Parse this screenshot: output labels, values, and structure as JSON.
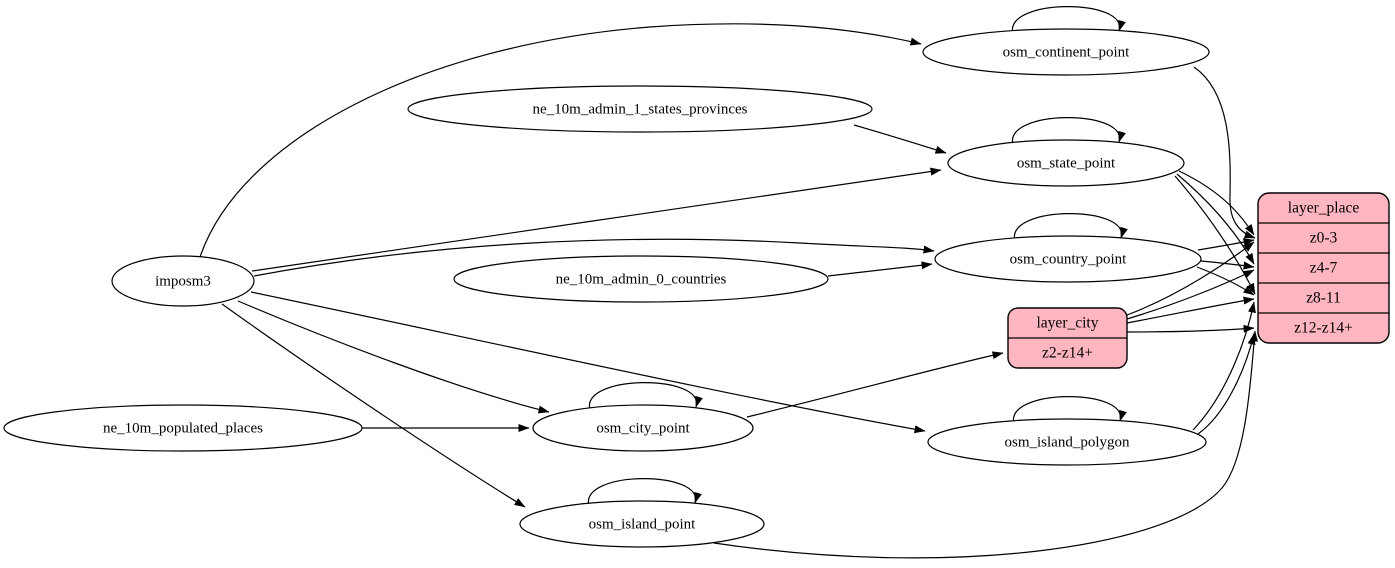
{
  "diagram": {
    "kind": "etl-graphviz-diagram",
    "colors": {
      "background": "#ffffff",
      "table_fill": "#ffffff",
      "layer_fill": "#ffb6c1",
      "stroke": "#000000"
    },
    "nodes": {
      "imposm3": {
        "label": "imposm3"
      },
      "ne_10m_admin_1_states_provinces": {
        "label": "ne_10m_admin_1_states_provinces"
      },
      "ne_10m_admin_0_countries": {
        "label": "ne_10m_admin_0_countries"
      },
      "ne_10m_populated_places": {
        "label": "ne_10m_populated_places"
      },
      "osm_continent_point": {
        "label": "osm_continent_point"
      },
      "osm_state_point": {
        "label": "osm_state_point"
      },
      "osm_country_point": {
        "label": "osm_country_point"
      },
      "osm_city_point": {
        "label": "osm_city_point"
      },
      "osm_island_polygon": {
        "label": "osm_island_polygon"
      },
      "osm_island_point": {
        "label": "osm_island_point"
      },
      "layer_city": {
        "title": "layer_city",
        "rows": {
          "z2": "z2-z14+"
        }
      },
      "layer_place": {
        "title": "layer_place",
        "rows": {
          "z0": "z0-3",
          "z4": "z4-7",
          "z8": "z8-11",
          "z12": "z12-z14+"
        }
      }
    },
    "edges": [
      {
        "from": "imposm3",
        "to": "osm_continent_point"
      },
      {
        "from": "imposm3",
        "to": "osm_state_point"
      },
      {
        "from": "imposm3",
        "to": "osm_country_point"
      },
      {
        "from": "imposm3",
        "to": "osm_city_point"
      },
      {
        "from": "imposm3",
        "to": "osm_island_polygon"
      },
      {
        "from": "imposm3",
        "to": "osm_island_point"
      },
      {
        "from": "ne_10m_admin_1_states_provinces",
        "to": "osm_state_point"
      },
      {
        "from": "ne_10m_admin_0_countries",
        "to": "osm_country_point"
      },
      {
        "from": "ne_10m_populated_places",
        "to": "osm_city_point"
      },
      {
        "from": "osm_continent_point",
        "to": "osm_continent_point"
      },
      {
        "from": "osm_state_point",
        "to": "osm_state_point"
      },
      {
        "from": "osm_country_point",
        "to": "osm_country_point"
      },
      {
        "from": "osm_city_point",
        "to": "osm_city_point"
      },
      {
        "from": "osm_island_polygon",
        "to": "osm_island_polygon"
      },
      {
        "from": "osm_island_point",
        "to": "osm_island_point"
      },
      {
        "from": "osm_continent_point",
        "to": "layer_place:z0-3"
      },
      {
        "from": "osm_state_point",
        "to": "layer_place:z0-3"
      },
      {
        "from": "osm_state_point",
        "to": "layer_place:z4-7"
      },
      {
        "from": "osm_state_point",
        "to": "layer_place:z8-11"
      },
      {
        "from": "osm_country_point",
        "to": "layer_place:z0-3"
      },
      {
        "from": "osm_country_point",
        "to": "layer_place:z4-7"
      },
      {
        "from": "osm_country_point",
        "to": "layer_place:z8-11"
      },
      {
        "from": "osm_city_point",
        "to": "layer_city:z2-z14+"
      },
      {
        "from": "layer_city",
        "to": "layer_place:z0-3"
      },
      {
        "from": "layer_city",
        "to": "layer_place:z4-7"
      },
      {
        "from": "layer_city",
        "to": "layer_place:z8-11"
      },
      {
        "from": "layer_city",
        "to": "layer_place:z12-z14+"
      },
      {
        "from": "osm_island_polygon",
        "to": "layer_place:z8-11"
      },
      {
        "from": "osm_island_polygon",
        "to": "layer_place:z12-z14+"
      },
      {
        "from": "osm_island_point",
        "to": "layer_place:z12-z14+"
      }
    ]
  }
}
